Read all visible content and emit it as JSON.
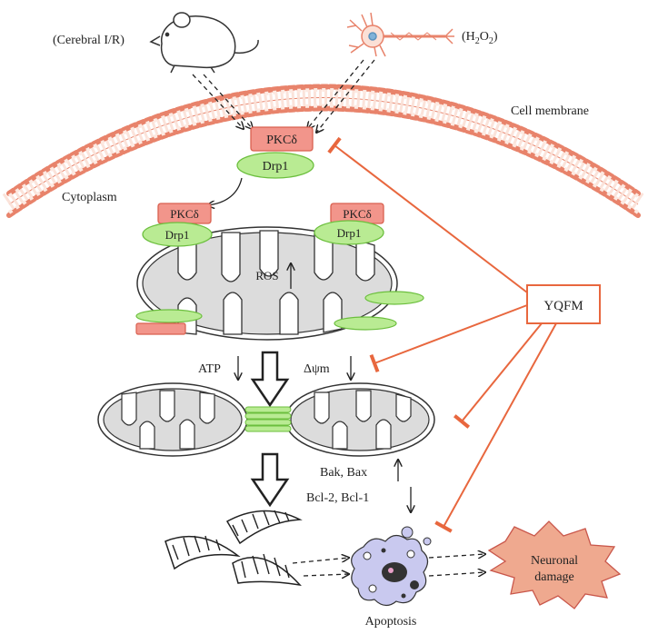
{
  "labels": {
    "cerebral_ir": "(Cerebral I/R)",
    "h2o2_main": "(H",
    "h2o2_sub1": "2",
    "h2o2_mid": "O",
    "h2o2_sub2": "2",
    "h2o2_end": ")",
    "cell_membrane": "Cell membrane",
    "cytoplasm": "Cytoplasm",
    "pkc": "PKCδ",
    "drp1": "Drp1",
    "ros": "ROS",
    "atp": "ATP",
    "delta_psi_m": "Δψm",
    "bak_bax": "Bak, Bax",
    "bcl": "Bcl-2, Bcl-1",
    "yqfm": "YQFM",
    "apoptosis": "Apoptosis",
    "neuronal": "Neuronal",
    "damage": "damage"
  },
  "colors": {
    "pkc_fill": "#f2958b",
    "pkc_stroke": "#d9604f",
    "drp_fill": "#b9eb93",
    "drp_stroke": "#6cbf3e",
    "membrane": "#e8836b",
    "inhibit": "#e8673e",
    "mito_fill": "#dcdcdc",
    "apoptosis_cell": "#c9c9ef",
    "damage_fill": "#efa98f"
  },
  "icons": [
    "mouse-icon",
    "neuron-icon",
    "apoptotic-cell-icon",
    "starburst-icon"
  ]
}
